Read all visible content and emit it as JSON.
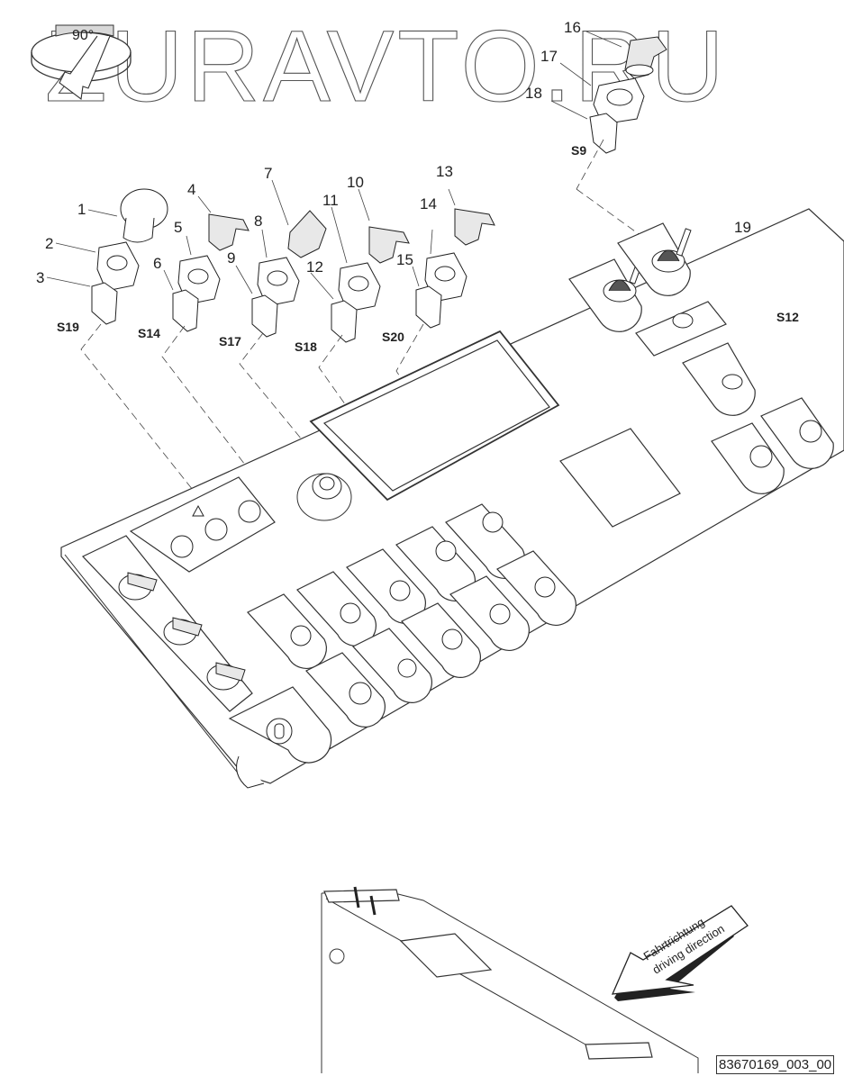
{
  "watermark": {
    "text": "ZURAVTO.RU"
  },
  "rotation_badge": {
    "label": "90°",
    "icon": "rotate-90-arrow-icon"
  },
  "callouts": [
    {
      "id": "1",
      "label": "1"
    },
    {
      "id": "2",
      "label": "2"
    },
    {
      "id": "3",
      "label": "3"
    },
    {
      "id": "4",
      "label": "4"
    },
    {
      "id": "5",
      "label": "5"
    },
    {
      "id": "6",
      "label": "6"
    },
    {
      "id": "7",
      "label": "7"
    },
    {
      "id": "8",
      "label": "8"
    },
    {
      "id": "9",
      "label": "9"
    },
    {
      "id": "10",
      "label": "10"
    },
    {
      "id": "11",
      "label": "11"
    },
    {
      "id": "12",
      "label": "12"
    },
    {
      "id": "13",
      "label": "13"
    },
    {
      "id": "14",
      "label": "14"
    },
    {
      "id": "15",
      "label": "15"
    },
    {
      "id": "16",
      "label": "16"
    },
    {
      "id": "17",
      "label": "17"
    },
    {
      "id": "18",
      "label": "18"
    },
    {
      "id": "19",
      "label": "19"
    }
  ],
  "switch_groups": [
    {
      "designator": "S19",
      "parts": [
        "1",
        "2",
        "3"
      ],
      "head": "emergency-stop mushroom button"
    },
    {
      "designator": "S14",
      "parts": [
        "4",
        "5",
        "6"
      ],
      "head": "selector switch"
    },
    {
      "designator": "S17",
      "parts": [
        "7",
        "8",
        "9"
      ],
      "head": "selector switch"
    },
    {
      "designator": "S18",
      "parts": [
        "10",
        "11",
        "12"
      ],
      "head": "selector switch"
    },
    {
      "designator": "S20",
      "parts": [
        "13",
        "14",
        "15"
      ],
      "head": "selector switch"
    },
    {
      "designator": "S9",
      "parts": [
        "16",
        "17",
        "18"
      ],
      "head": "selector switch"
    },
    {
      "designator": "S12",
      "parts": [
        "19"
      ],
      "head": "joystick"
    }
  ],
  "driving_direction": {
    "line1": "Fahrtrichtung",
    "line2": "driving direction"
  },
  "drawing_number": "83670169_003_00"
}
